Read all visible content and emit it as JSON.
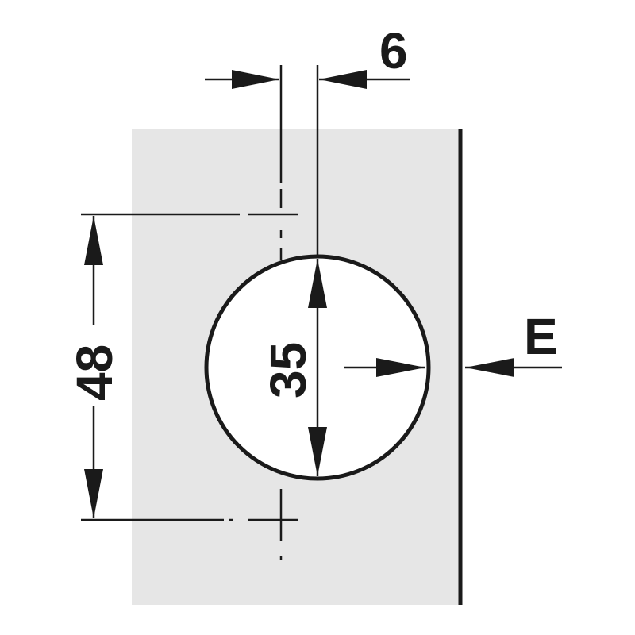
{
  "dimensions": {
    "offset_6": "6",
    "height_48": "48",
    "diameter_35": "35",
    "edge_E": "E"
  },
  "colors": {
    "panel": "#e6e6e6",
    "line": "#1a1a1a",
    "background": "#ffffff"
  }
}
